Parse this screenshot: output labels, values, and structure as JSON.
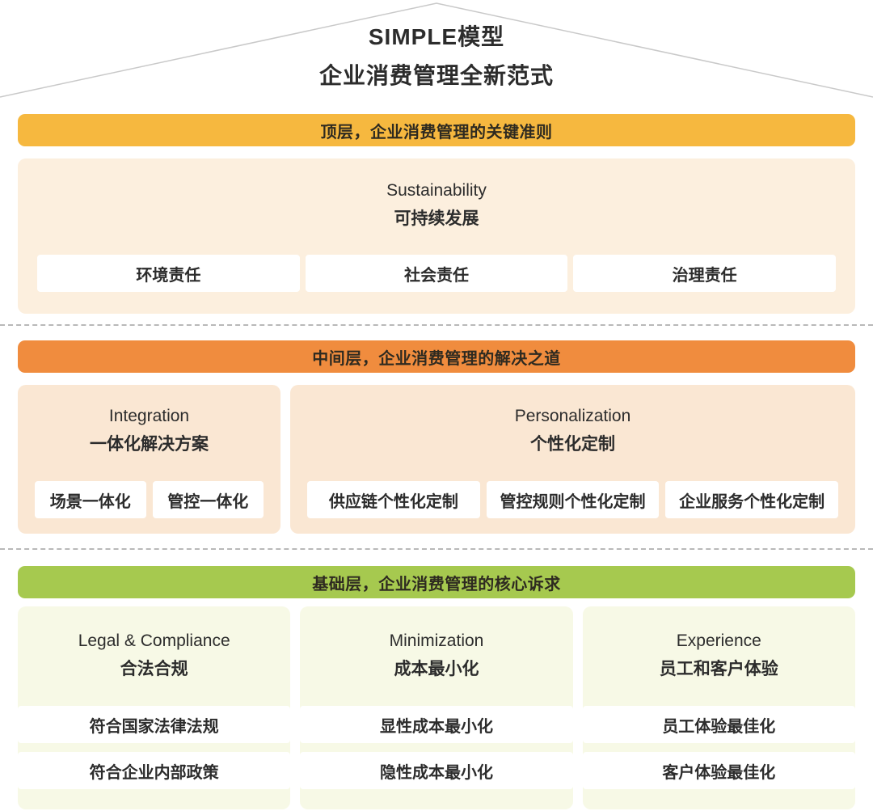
{
  "colors": {
    "top_band": "#F6B83F",
    "middle_band": "#F08C3E",
    "base_band": "#A6C94F",
    "top_panel_bg": "#FCEFDE",
    "middle_panel_bg": "#FAE7D3",
    "base_panel_bg": "#F7F9E6",
    "item_box_bg": "#FFFFFF",
    "roof_line": "#C9C9C9",
    "text": "#2C2C2C"
  },
  "roof": {
    "title": "SIMPLE模型",
    "subtitle": "企业消费管理全新范式"
  },
  "top_layer": {
    "band": "顶层，企业消费管理的关键准则",
    "section": {
      "title_en": "Sustainability",
      "title_zh": "可持续发展",
      "items": [
        "环境责任",
        "社会责任",
        "治理责任"
      ]
    }
  },
  "middle_layer": {
    "band": "中间层，企业消费管理的解决之道",
    "sections": [
      {
        "title_en": "Integration",
        "title_zh": "一体化解决方案",
        "items": [
          "场景一体化",
          "管控一体化"
        ]
      },
      {
        "title_en": "Personalization",
        "title_zh": "个性化定制",
        "items": [
          "供应链个性化定制",
          "管控规则个性化定制",
          "企业服务个性化定制"
        ]
      }
    ]
  },
  "base_layer": {
    "band": "基础层，企业消费管理的核心诉求",
    "sections": [
      {
        "title_en": "Legal & Compliance",
        "title_zh": "合法合规",
        "items": [
          "符合国家法律法规",
          "符合企业内部政策"
        ]
      },
      {
        "title_en": "Minimization",
        "title_zh": "成本最小化",
        "items": [
          "显性成本最小化",
          "隐性成本最小化"
        ]
      },
      {
        "title_en": "Experience",
        "title_zh": "员工和客户体验",
        "items": [
          "员工体验最佳化",
          "客户体验最佳化"
        ]
      }
    ]
  }
}
